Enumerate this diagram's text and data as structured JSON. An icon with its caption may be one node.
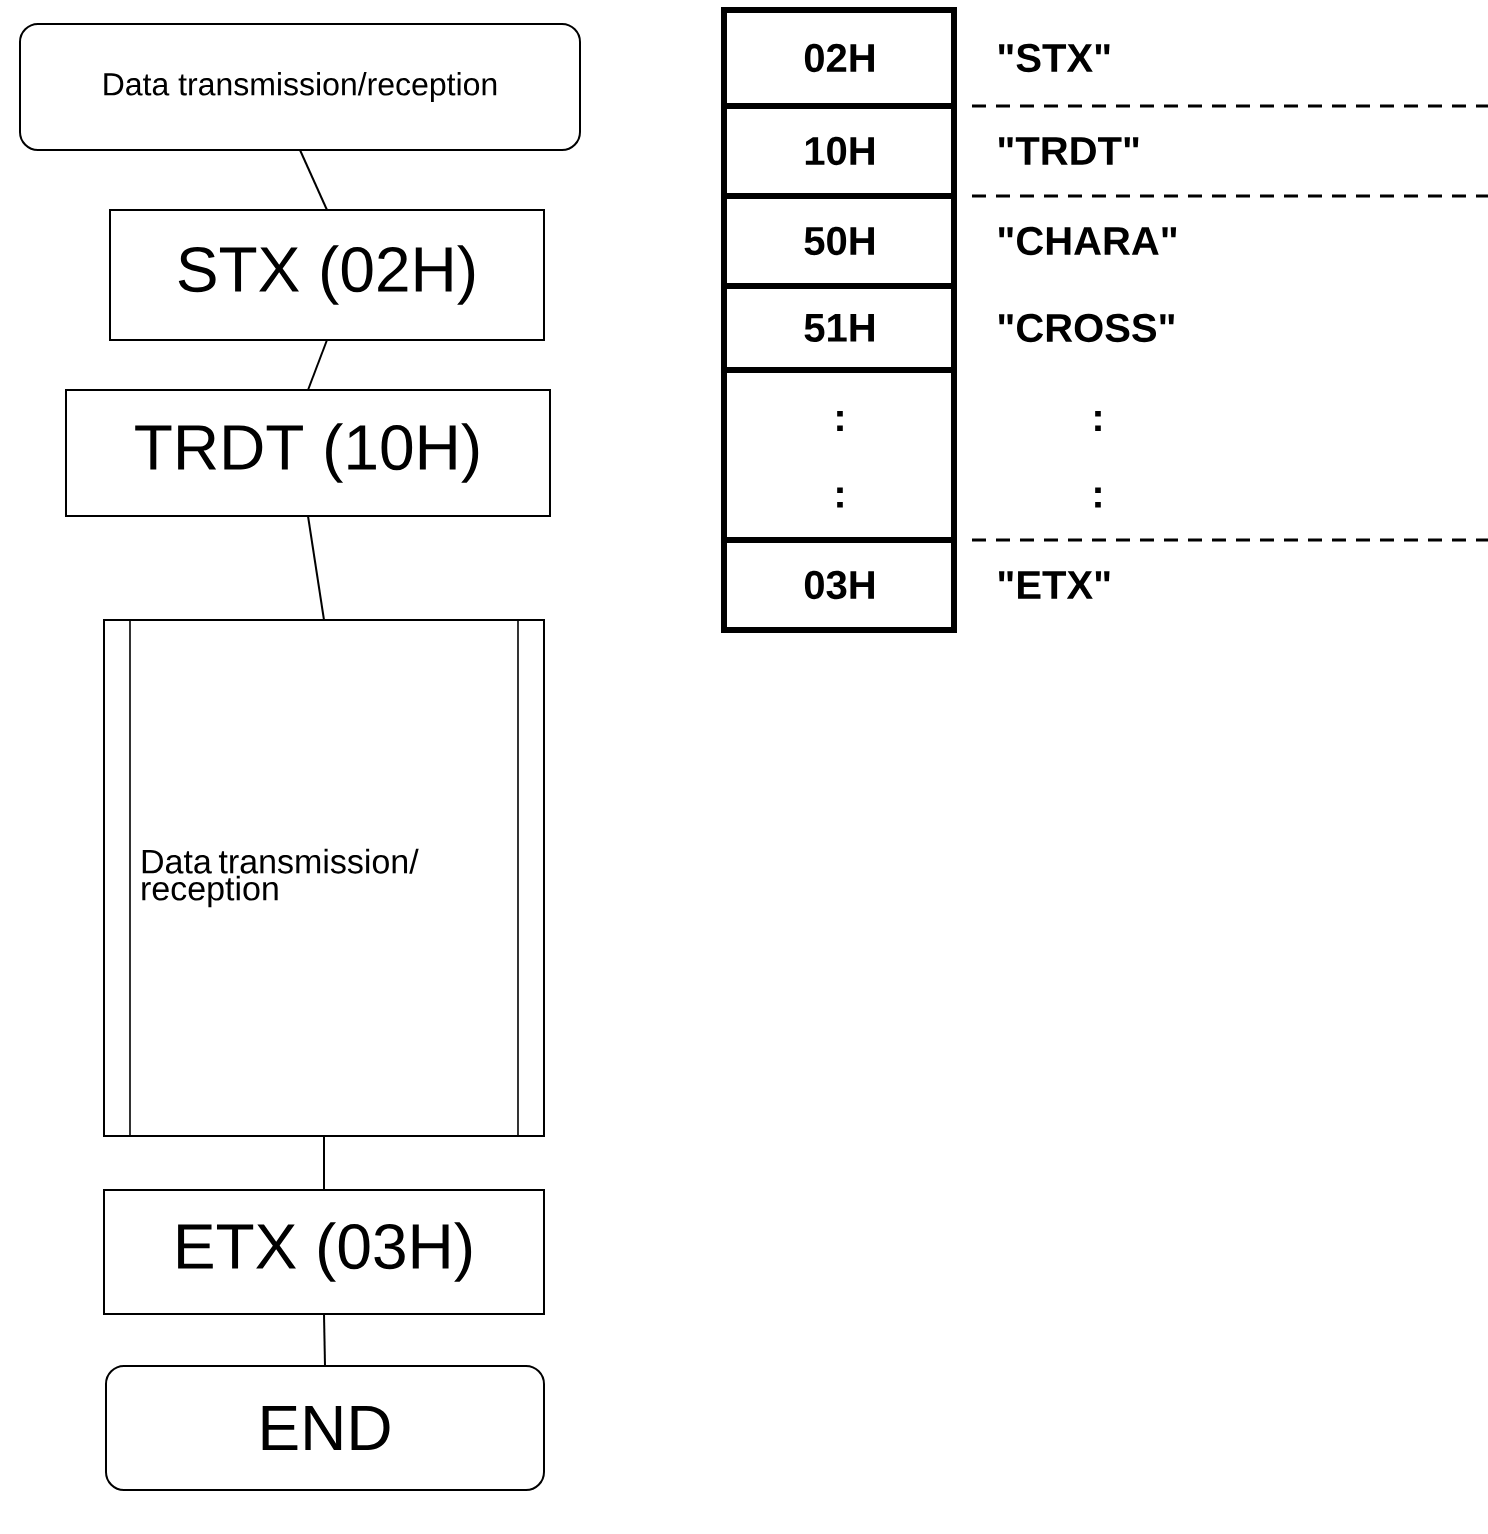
{
  "diagram": {
    "nodes": [
      {
        "text": [
          "Data transmission/reception"
        ]
      },
      {
        "text": [
          "STX (02H)"
        ]
      },
      {
        "text": [
          "TRDT (10H)"
        ]
      },
      {
        "text": [
          "Data transmission/ reception"
        ]
      },
      {
        "text": [
          "ETX (03H)"
        ]
      },
      {
        "text": [
          "END"
        ]
      }
    ],
    "edges": [
      {
        "from": 0,
        "to": 1,
        "arrow": "none"
      },
      {
        "from": 1,
        "to": 2,
        "arrow": "none"
      },
      {
        "from": 2,
        "to": 3,
        "arrow": "none"
      },
      {
        "from": 3,
        "to": 4,
        "arrow": "none"
      },
      {
        "from": 4,
        "to": 5,
        "arrow": "none"
      }
    ],
    "labels": [
      "02H",
      "\"STX\"",
      "10H",
      "\"TRDT\"",
      "50H",
      "\"CHARA\"",
      "51H",
      "\"CROSS\"",
      ":",
      ":",
      ":",
      ":",
      "03H",
      "\"ETX\""
    ]
  }
}
